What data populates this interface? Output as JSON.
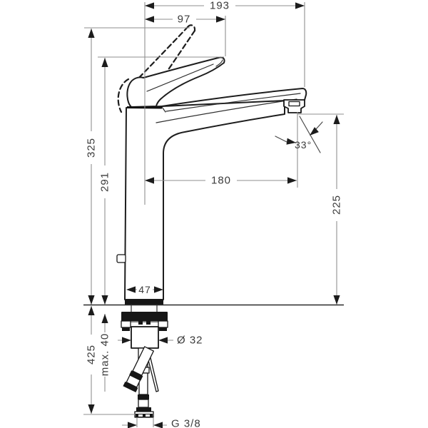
{
  "drawing": {
    "type": "technical-dimension-drawing",
    "subject": "single-lever-basin-mixer",
    "colors": {
      "outline": "#1d1d1d",
      "dimension_lines": "#8f8f8f",
      "text": "#3b3b3b",
      "background": "#ffffff"
    },
    "labels": {
      "total_width": "193",
      "handle_width": "97",
      "overall_height": "325",
      "spout_top_height": "291",
      "spout_reach": "180",
      "outlet_height": "225",
      "stream_angle": "33°",
      "base_width": "47",
      "drain_diameter": "Ø 32",
      "max_deck_thickness": "max. 40",
      "hose_length": "425",
      "thread": "G 3/8"
    }
  }
}
